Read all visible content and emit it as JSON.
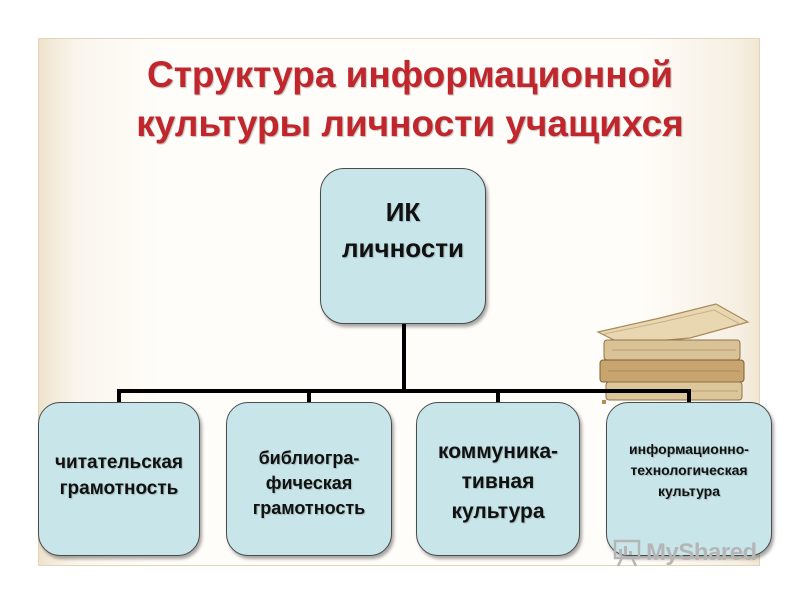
{
  "title": {
    "line1": "Структура информационной",
    "line2": "культуры личности учащихся"
  },
  "diagram": {
    "root": "ИК\nличности",
    "children": [
      "читательская\nграмотность",
      "библиогра-\nфическая\nграмотность",
      "коммуника-\nтивная\nкультура",
      "информационно-\nтехнологическая\nкультура"
    ]
  },
  "watermark": {
    "text": "MyShared",
    "icon": "presentation-board-icon"
  },
  "colors": {
    "title": "#c0262c",
    "box_fill": "#c8e6e9",
    "box_border": "#4b4b4b",
    "connector": "#000000",
    "background_beige": "#f3ead9"
  }
}
